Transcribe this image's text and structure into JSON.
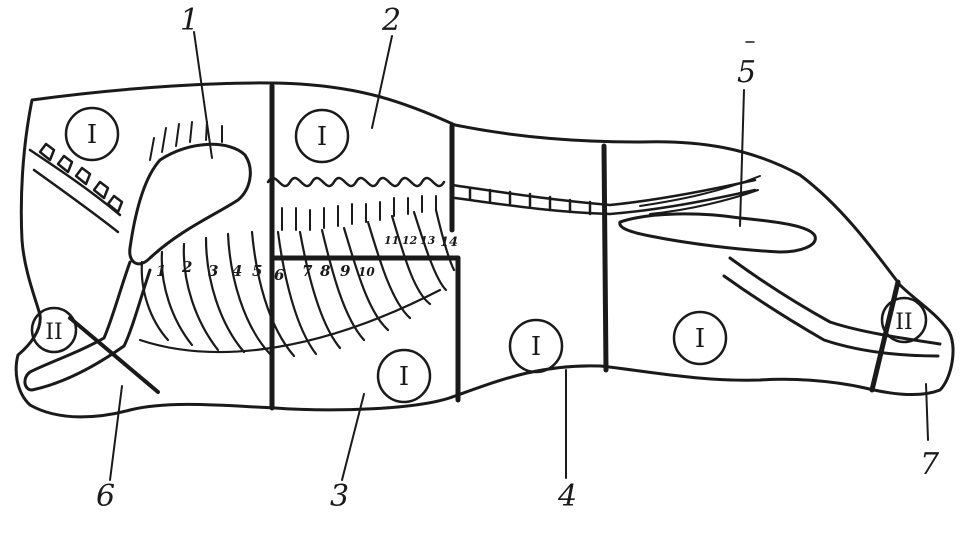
{
  "callouts": [
    "1",
    "2",
    "5",
    "6",
    "3",
    "4",
    "7"
  ],
  "grade_marks": [
    "I",
    "I",
    "I",
    "I",
    "I",
    "II",
    "II"
  ],
  "rib_numbers": [
    "1",
    "2",
    "3",
    "4",
    "5",
    "6",
    "7",
    "8",
    "9",
    "10",
    "11",
    "12",
    "13",
    "14"
  ],
  "ink_color": "#1a1a1a"
}
